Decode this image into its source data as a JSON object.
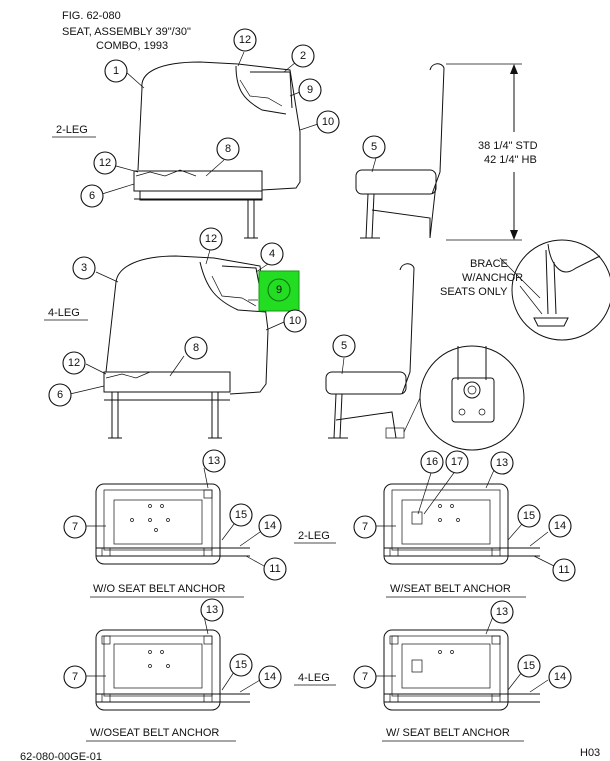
{
  "header": {
    "fig": "FIG.  62-080",
    "title_line1": "SEAT, ASSEMBLY 39\"/30\"",
    "title_line2": "COMBO, 1993"
  },
  "labels": {
    "leg2": "2-LEG",
    "leg4": "4-LEG",
    "leg2_plan": "2-LEG",
    "leg4_plan": "4-LEG",
    "height_std": "38 1/4\" STD",
    "height_hb": "42 1/4\" HB",
    "brace_line1": "BRACE",
    "brace_line2": "W/ANCHOR",
    "brace_line3": "SEATS ONLY",
    "wo_anchor_2leg": "W/O SEAT  BELT ANCHOR",
    "w_anchor_2leg": "W/SEAT BELT ANCHOR",
    "wo_anchor_4leg": "W/OSEAT BELT ANCHOR",
    "w_anchor_4leg": "W/ SEAT BELT ANCHOR"
  },
  "footer": {
    "drawing_id": "62-080-00GE-01",
    "sheet": "H03"
  },
  "callouts": {
    "c1": "1",
    "c2": "2",
    "c3": "3",
    "c4": "4",
    "c5": "5",
    "c5b": "5",
    "c6": "6",
    "c6b": "6",
    "c7a": "7",
    "c7b": "7",
    "c7c": "7",
    "c7d": "7",
    "c8": "8",
    "c8b": "8",
    "c9": "9",
    "c9b": "9",
    "c10": "10",
    "c10b": "10",
    "c11a": "11",
    "c11b": "11",
    "c12a": "12",
    "c12b": "12",
    "c12c": "12",
    "c12d": "12",
    "c13a": "13",
    "c13b": "13",
    "c13c": "13",
    "c13d": "13",
    "c14a": "14",
    "c14b": "14",
    "c14c": "14",
    "c14d": "14",
    "c15a": "15",
    "c15b": "15",
    "c15c": "15",
    "c15d": "15",
    "c16": "16",
    "c17": "17"
  },
  "colors": {
    "highlight": "#22dd22",
    "line": "#111111"
  }
}
